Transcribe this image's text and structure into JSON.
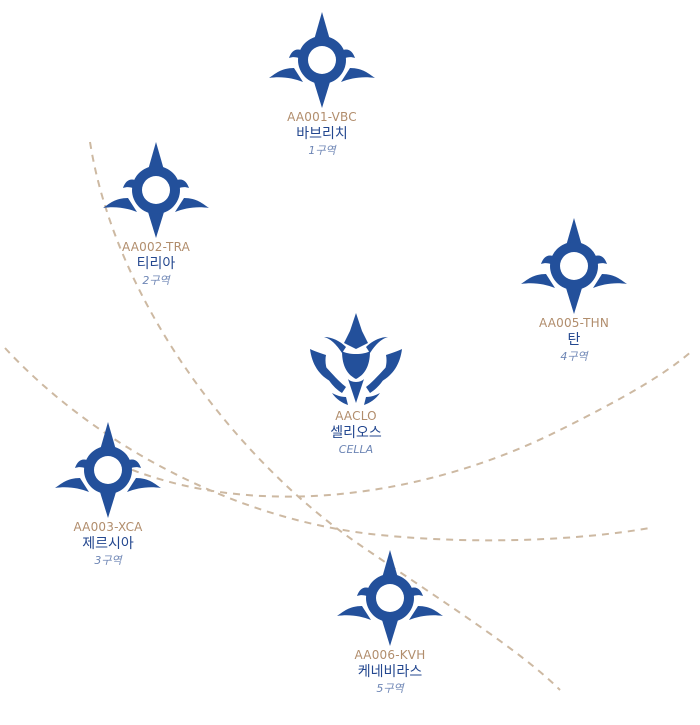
{
  "colors": {
    "emblem": "#23509b",
    "code_text": "#b18d6c",
    "name_text": "#23478f",
    "zone_text": "#6e86b5",
    "route_line": "#cdb9a2"
  },
  "nodes": [
    {
      "code": "AA001-VBC",
      "name": "바브리치",
      "zone": "1구역",
      "icon": "star-compass-icon"
    },
    {
      "code": "AA002-TRA",
      "name": "티리아",
      "zone": "2구역",
      "icon": "star-compass-icon"
    },
    {
      "code": "AA005-THN",
      "name": "탄",
      "zone": "4구역",
      "icon": "star-compass-icon"
    },
    {
      "code": "AACLO",
      "name": "셀리오스",
      "zone": "CELLA",
      "icon": "crown-crest-icon"
    },
    {
      "code": "AA003-XCA",
      "name": "제르시아",
      "zone": "3구역",
      "icon": "star-compass-icon"
    },
    {
      "code": "AA006-KVH",
      "name": "케네비라스",
      "zone": "5구역",
      "icon": "star-compass-icon"
    }
  ]
}
